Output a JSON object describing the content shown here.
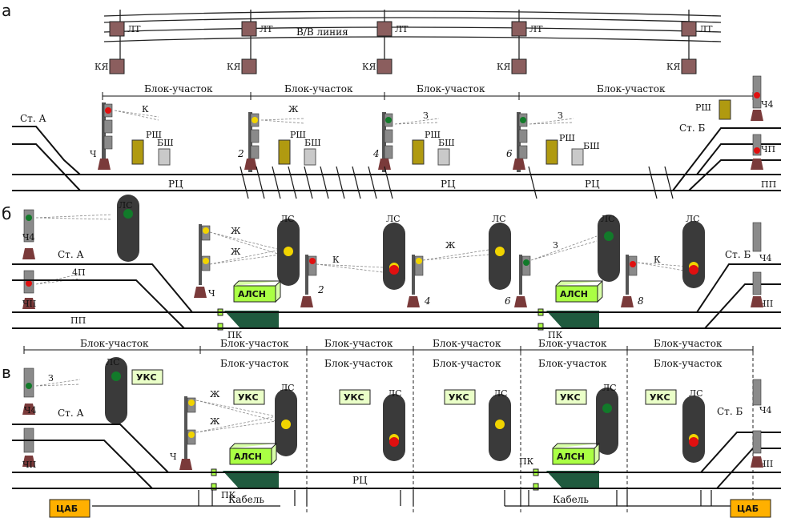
{
  "panels": {
    "a": "а",
    "b": "б",
    "v": "в"
  },
  "colors": {
    "relay": "#8b5e5e",
    "mast_base": "#7a3a3a",
    "lens_yellow": "#f1d400",
    "lens_green": "#127a2a",
    "lens_red": "#e01010",
    "cab_signal": "#3a3a3a",
    "alsn_green": "#aaff44",
    "ciab_orange": "#ffb000",
    "loco": "#1f5a3e",
    "rsh": "#b09a10",
    "bsh": "#c9c9c9"
  },
  "a": {
    "line_label": "В/В линия",
    "lt": "ЛТ",
    "kya": "КЯ",
    "block": "Блок-участок",
    "rsh": "РШ",
    "bsh": "БШ",
    "rc": "РЦ",
    "st_a": "Ст. А",
    "st_b": "Ст. Б",
    "aspects": [
      "К",
      "Ж",
      "З",
      "З"
    ],
    "sig_names": [
      "Ч",
      "2",
      "4",
      "6"
    ],
    "ch4": "Ч4",
    "chp": "ЧП",
    "pp": "ПП"
  },
  "b": {
    "ls": "ЛС",
    "st_a": "Ст. А",
    "st_b": "Ст. Б",
    "ch4": "Ч4",
    "chi": "ЧІІ",
    "p4": "4П",
    "pp": "ПП",
    "ch": "Ч",
    "sig_names": [
      "2",
      "4",
      "6",
      "8"
    ],
    "aspects": [
      "Ж",
      "Ж",
      "К",
      "Ж",
      "З",
      "К"
    ],
    "alsn": "АЛСН",
    "pk": "ПК",
    "block": "Блок-участок"
  },
  "v": {
    "block": "Блок-участок",
    "ls": "ЛС",
    "uks": "УКС",
    "z": "З",
    "zh": "Ж",
    "ch4": "Ч4",
    "chi": "ЧІІ",
    "st_a": "Ст. А",
    "st_b": "Ст. Б",
    "ch": "Ч",
    "alsn": "АЛСН",
    "pk": "ПК",
    "rc": "РЦ",
    "cable": "Кабель",
    "ciab": "ЦАБ"
  }
}
